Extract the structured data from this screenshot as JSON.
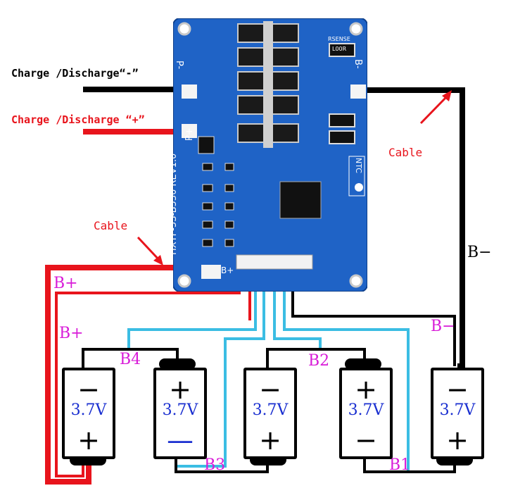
{
  "labels": {
    "charge_neg": "Charge /Discharge“-”",
    "charge_pos": "Charge /Discharge “+”",
    "cable_right": "Cable",
    "cable_left": "Cable",
    "b_minus_vertical": "B−",
    "b_plus_outer": "B+",
    "b_plus_inner": "B+",
    "b_minus_pink": "B−",
    "b4": "B4",
    "b3": "B3",
    "b2": "B2",
    "b1": "B1"
  },
  "board": {
    "model": "HXYP-5S-B530 REV1.0",
    "pad_p_minus": "P-",
    "pad_p_plus": "P+",
    "pad_b_minus": "B-",
    "pad_b_plus": "B+",
    "ntc": "NTC",
    "rsense": "RSENSE",
    "resistor_code": "L00R"
  },
  "cells": [
    {
      "voltage": "3.7V",
      "top": "−",
      "bottom": "+"
    },
    {
      "voltage": "3.7V",
      "top": "+",
      "bottom": "—"
    },
    {
      "voltage": "3.7V",
      "top": "−",
      "bottom": "+"
    },
    {
      "voltage": "3.7V",
      "top": "+",
      "bottom": "−"
    },
    {
      "voltage": "3.7V",
      "top": "−",
      "bottom": "+"
    }
  ],
  "colors": {
    "board": "#1f63c6",
    "cable_black": "#000000",
    "cable_red": "#e8141c",
    "sense_blue": "#3bbde3",
    "label_pink": "#d81bd8",
    "voltage_blue": "#1a2fd0"
  }
}
